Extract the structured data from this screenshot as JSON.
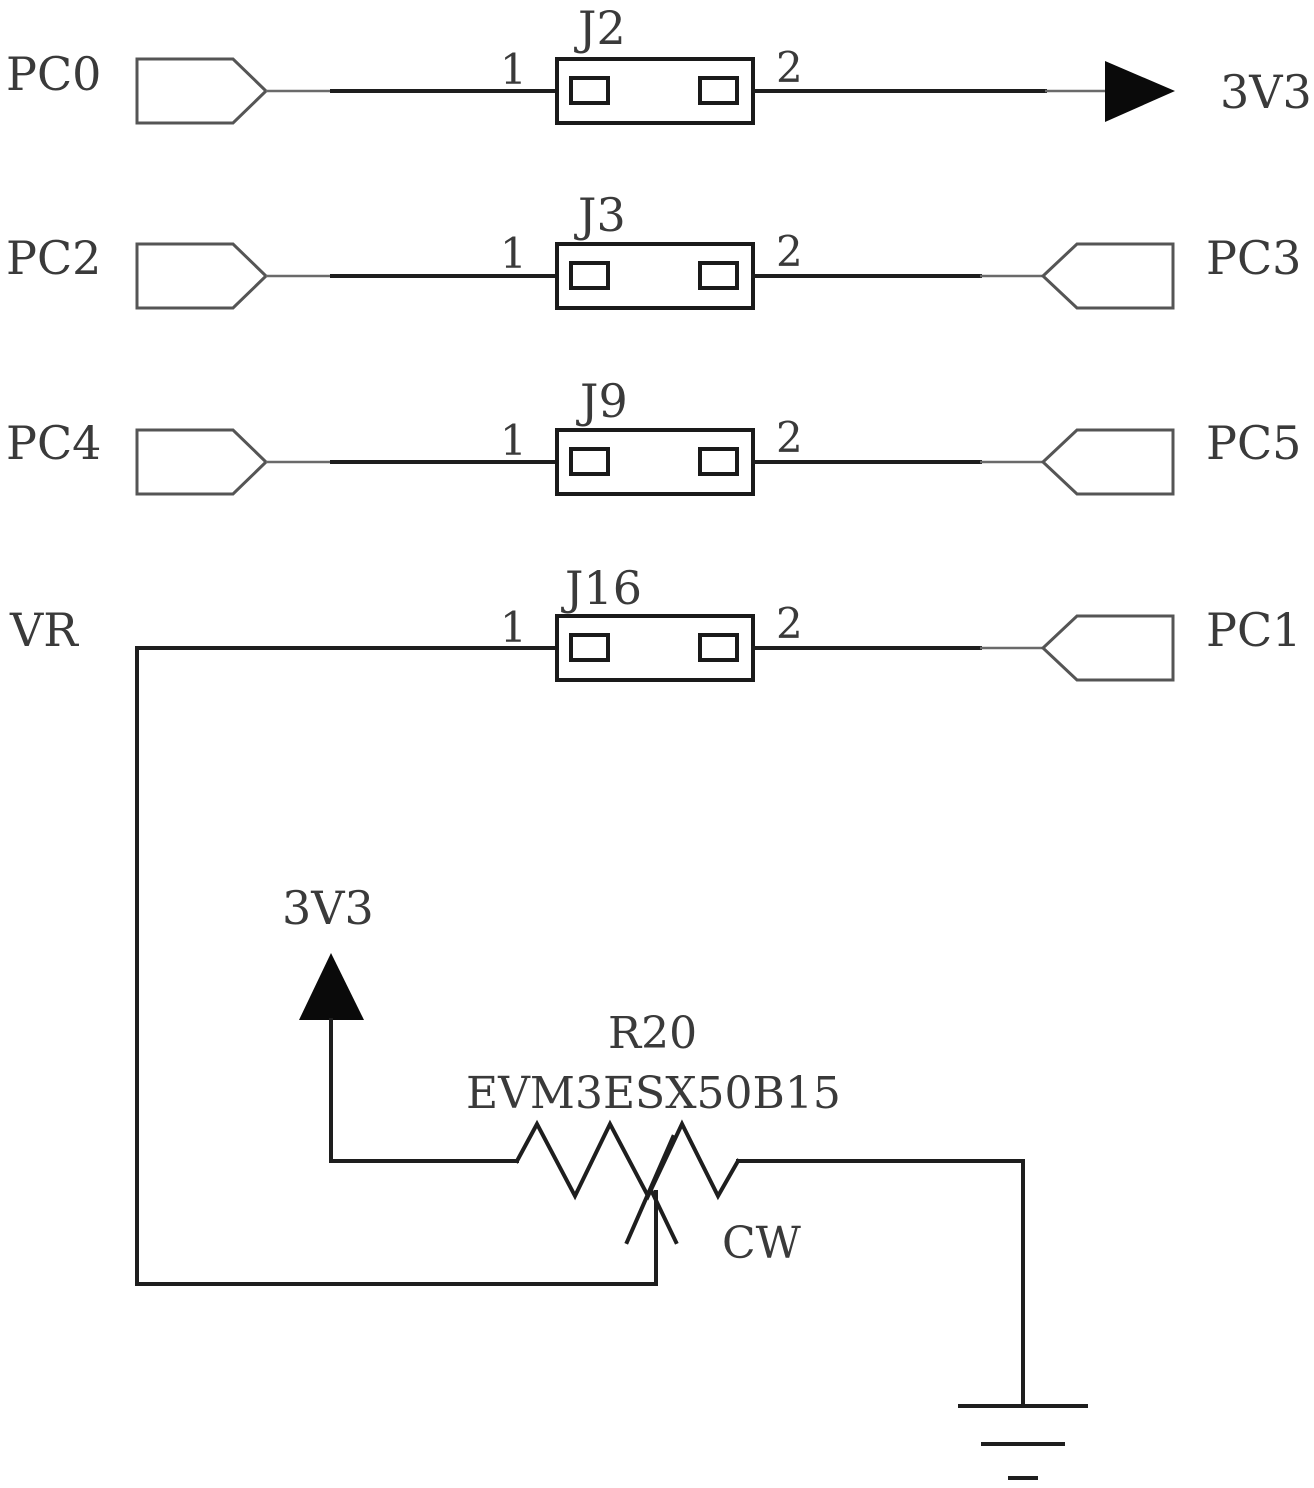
{
  "jumpers": [
    {
      "ref": "J2",
      "pin1": "1",
      "pin2": "2",
      "left_net": "PC0",
      "right_net": "3V3"
    },
    {
      "ref": "J3",
      "pin1": "1",
      "pin2": "2",
      "left_net": "PC2",
      "right_net": "PC3"
    },
    {
      "ref": "J9",
      "pin1": "1",
      "pin2": "2",
      "left_net": "PC4",
      "right_net": "PC5"
    },
    {
      "ref": "J16",
      "pin1": "1",
      "pin2": "2",
      "left_net": "VR",
      "right_net": "PC1"
    }
  ],
  "potentiometer": {
    "ref": "R20",
    "part": "EVM3ESX50B15",
    "direction": "CW",
    "supply": "3V3"
  }
}
